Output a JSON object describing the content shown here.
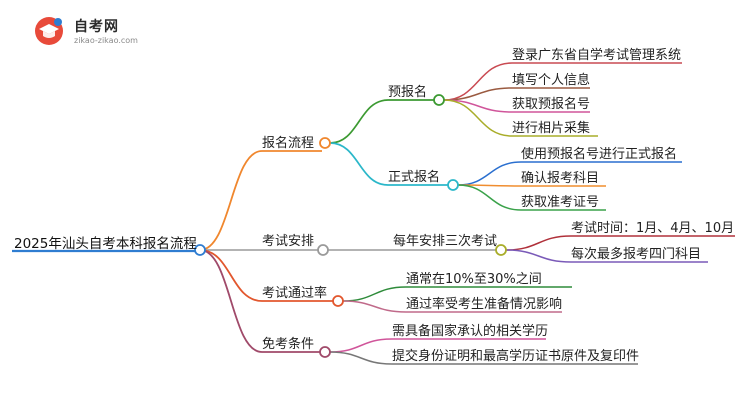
{
  "logo": {
    "title": "自考网",
    "subtitle": "zikao-zikao.com",
    "icon": "graduation-cap-icon"
  },
  "colors": {
    "root": "#2f7dd1",
    "reg": "#f0872e",
    "pre": "#3c9a32",
    "formal": "#2bb7c9",
    "exam": "#9a9a9a",
    "pass": "#e2572e",
    "exempt": "#a04a6a",
    "leaf_red": "#c94a52",
    "leaf_brown": "#9a5a40",
    "leaf_pink": "#d0559a",
    "leaf_olive": "#a9ad2a",
    "leaf_blue": "#2a6fcf",
    "leaf_orange": "#f08d2f",
    "leaf_green": "#3aa24a",
    "leaf_darkred": "#b0303a",
    "leaf_purple": "#7a5ab8",
    "leaf_darkgreen": "#2e8b3a",
    "leaf_mauve": "#c06a8a",
    "leaf_gray": "#777777"
  },
  "mindmap": {
    "root": "2025年汕头自考本科报名流程",
    "branches": [
      {
        "label": "报名流程",
        "children": [
          {
            "label": "预报名",
            "children": [
              "登录广东省自学考试管理系统",
              "填写个人信息",
              "获取预报名号",
              "进行相片采集"
            ]
          },
          {
            "label": "正式报名",
            "children": [
              "使用预报名号进行正式报名",
              "确认报考科目",
              "获取准考证号"
            ]
          }
        ]
      },
      {
        "label": "考试安排",
        "children": [
          {
            "label": "每年安排三次考试",
            "children": [
              "考试时间：1月、4月、10月",
              "每次最多报考四门科目"
            ]
          }
        ]
      },
      {
        "label": "考试通过率",
        "children": [
          "通常在10%至30%之间",
          "通过率受考生准备情况影响"
        ]
      },
      {
        "label": "免考条件",
        "children": [
          "需具备国家承认的相关学历",
          "提交身份证明和最高学历证书原件及复印件"
        ]
      }
    ]
  }
}
